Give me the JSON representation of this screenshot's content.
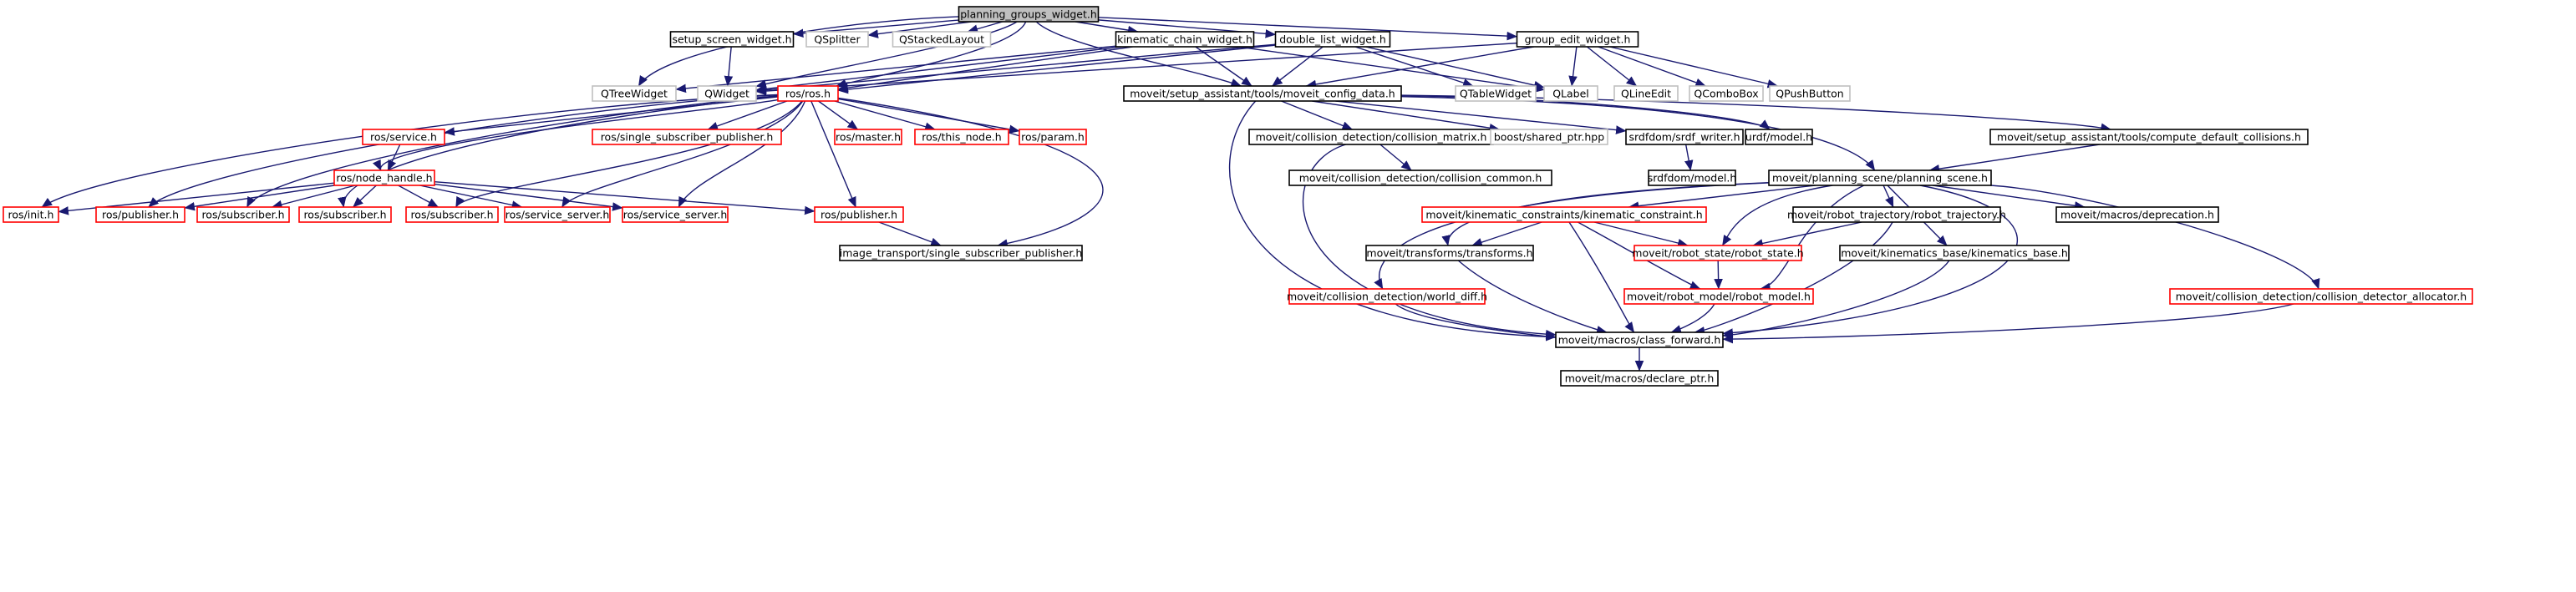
{
  "diagram": {
    "colors": {
      "edge": "#191970",
      "node_fill": "#ffffff",
      "focus_fill": "#bfbfbf",
      "border_normal": "#000000",
      "border_truncated": "#ff0000",
      "border_external": "#bfbfbf"
    },
    "nodes": [
      {
        "id": "pgw",
        "label": "planning_groups_widget.h",
        "style": "focus"
      },
      {
        "id": "ssw",
        "label": "setup_screen_widget.h",
        "style": "normal"
      },
      {
        "id": "qsplitter",
        "label": "QSplitter",
        "style": "external"
      },
      {
        "id": "qstacked",
        "label": "QStackedLayout",
        "style": "external"
      },
      {
        "id": "kcw",
        "label": "kinematic_chain_widget.h",
        "style": "normal"
      },
      {
        "id": "dlw",
        "label": "double_list_widget.h",
        "style": "normal"
      },
      {
        "id": "gew",
        "label": "group_edit_widget.h",
        "style": "normal"
      },
      {
        "id": "qtree",
        "label": "QTreeWidget",
        "style": "external"
      },
      {
        "id": "qwidget",
        "label": "QWidget",
        "style": "external"
      },
      {
        "id": "rosh",
        "label": "ros/ros.h",
        "style": "truncated"
      },
      {
        "id": "mcd",
        "label": "moveit/setup_assistant/tools/moveit_config_data.h",
        "style": "normal"
      },
      {
        "id": "qtable",
        "label": "QTableWidget",
        "style": "external"
      },
      {
        "id": "qlabel",
        "label": "QLabel",
        "style": "external"
      },
      {
        "id": "qlineedit",
        "label": "QLineEdit",
        "style": "external"
      },
      {
        "id": "qcombo",
        "label": "QComboBox",
        "style": "external"
      },
      {
        "id": "qpush",
        "label": "QPushButton",
        "style": "external"
      },
      {
        "id": "service",
        "label": "ros/service.h",
        "style": "truncated"
      },
      {
        "id": "ssp",
        "label": "ros/single_subscriber_publisher.h",
        "style": "truncated"
      },
      {
        "id": "master",
        "label": "ros/master.h",
        "style": "truncated"
      },
      {
        "id": "thisnode",
        "label": "ros/this_node.h",
        "style": "truncated"
      },
      {
        "id": "param",
        "label": "ros/param.h",
        "style": "truncated"
      },
      {
        "id": "cm",
        "label": "moveit/collision_detection/collision_matrix.h",
        "style": "normal"
      },
      {
        "id": "shptr",
        "label": "boost/shared_ptr.hpp",
        "style": "external"
      },
      {
        "id": "srdfw",
        "label": "srdfdom/srdf_writer.h",
        "style": "normal"
      },
      {
        "id": "urdfm",
        "label": "urdf/model.h",
        "style": "normal"
      },
      {
        "id": "cdc",
        "label": "moveit/setup_assistant/tools/compute_default_collisions.h",
        "style": "normal"
      },
      {
        "id": "nh",
        "label": "ros/node_handle.h",
        "style": "truncated"
      },
      {
        "id": "cc",
        "label": "moveit/collision_detection/collision_common.h",
        "style": "normal"
      },
      {
        "id": "srdfm",
        "label": "srdfdom/model.h",
        "style": "normal"
      },
      {
        "id": "ps",
        "label": "moveit/planning_scene/planning_scene.h",
        "style": "normal"
      },
      {
        "id": "init",
        "label": "ros/init.h",
        "style": "truncated"
      },
      {
        "id": "pub1",
        "label": "ros/publisher.h",
        "style": "truncated"
      },
      {
        "id": "sub1",
        "label": "ros/subscriber.h",
        "style": "truncated"
      },
      {
        "id": "sub2",
        "label": "ros/subscriber.h",
        "style": "truncated"
      },
      {
        "id": "sub3",
        "label": "ros/subscriber.h",
        "style": "truncated"
      },
      {
        "id": "srv1",
        "label": "ros/service_server.h",
        "style": "truncated"
      },
      {
        "id": "srv2",
        "label": "ros/service_server.h",
        "style": "truncated"
      },
      {
        "id": "pub2",
        "label": "ros/publisher.h",
        "style": "truncated"
      },
      {
        "id": "kc",
        "label": "moveit/kinematic_constraints/kinematic_constraint.h",
        "style": "truncated"
      },
      {
        "id": "rt",
        "label": "moveit/robot_trajectory/robot_trajectory.h",
        "style": "normal"
      },
      {
        "id": "depr",
        "label": "moveit/macros/deprecation.h",
        "style": "normal"
      },
      {
        "id": "itssp",
        "label": "image_transport/single_subscriber_publisher.h",
        "style": "normal"
      },
      {
        "id": "tf",
        "label": "moveit/transforms/transforms.h",
        "style": "normal"
      },
      {
        "id": "rs",
        "label": "moveit/robot_state/robot_state.h",
        "style": "truncated"
      },
      {
        "id": "kb",
        "label": "moveit/kinematics_base/kinematics_base.h",
        "style": "normal"
      },
      {
        "id": "wd",
        "label": "moveit/collision_detection/world_diff.h",
        "style": "truncated"
      },
      {
        "id": "rm",
        "label": "moveit/robot_model/robot_model.h",
        "style": "truncated"
      },
      {
        "id": "cda",
        "label": "moveit/collision_detection/collision_detector_allocator.h",
        "style": "truncated"
      },
      {
        "id": "cf",
        "label": "moveit/macros/class_forward.h",
        "style": "normal"
      },
      {
        "id": "dp",
        "label": "moveit/macros/declare_ptr.h",
        "style": "normal"
      }
    ],
    "edges": [
      [
        "pgw",
        "ssw"
      ],
      [
        "pgw",
        "qsplitter"
      ],
      [
        "pgw",
        "qstacked"
      ],
      [
        "pgw",
        "kcw"
      ],
      [
        "pgw",
        "dlw"
      ],
      [
        "pgw",
        "gew"
      ],
      [
        "pgw",
        "qtree"
      ],
      [
        "pgw",
        "qwidget"
      ],
      [
        "pgw",
        "rosh"
      ],
      [
        "pgw",
        "mcd"
      ],
      [
        "ssw",
        "qwidget"
      ],
      [
        "kcw",
        "qtree"
      ],
      [
        "kcw",
        "qwidget"
      ],
      [
        "kcw",
        "rosh"
      ],
      [
        "kcw",
        "mcd"
      ],
      [
        "kcw",
        "qlabel"
      ],
      [
        "dlw",
        "qwidget"
      ],
      [
        "dlw",
        "rosh"
      ],
      [
        "dlw",
        "mcd"
      ],
      [
        "dlw",
        "qtable"
      ],
      [
        "dlw",
        "qlabel"
      ],
      [
        "gew",
        "qwidget"
      ],
      [
        "gew",
        "mcd"
      ],
      [
        "gew",
        "qlabel"
      ],
      [
        "gew",
        "qlineedit"
      ],
      [
        "gew",
        "qcombo"
      ],
      [
        "gew",
        "qpush"
      ],
      [
        "rosh",
        "service"
      ],
      [
        "rosh",
        "ssp"
      ],
      [
        "rosh",
        "master"
      ],
      [
        "rosh",
        "thisnode"
      ],
      [
        "rosh",
        "param"
      ],
      [
        "rosh",
        "nh"
      ],
      [
        "rosh",
        "init"
      ],
      [
        "rosh",
        "pub1"
      ],
      [
        "rosh",
        "sub1"
      ],
      [
        "rosh",
        "sub2"
      ],
      [
        "rosh",
        "sub3"
      ],
      [
        "rosh",
        "srv1"
      ],
      [
        "rosh",
        "srv2"
      ],
      [
        "rosh",
        "pub2"
      ],
      [
        "rosh",
        "itssp"
      ],
      [
        "service",
        "nh"
      ],
      [
        "nh",
        "init"
      ],
      [
        "nh",
        "pub1"
      ],
      [
        "nh",
        "sub1"
      ],
      [
        "nh",
        "sub2"
      ],
      [
        "nh",
        "sub3"
      ],
      [
        "nh",
        "srv1"
      ],
      [
        "nh",
        "srv2"
      ],
      [
        "nh",
        "pub2"
      ],
      [
        "pub2",
        "itssp"
      ],
      [
        "mcd",
        "cm"
      ],
      [
        "mcd",
        "shptr"
      ],
      [
        "mcd",
        "srdfw"
      ],
      [
        "mcd",
        "urdfm"
      ],
      [
        "mcd",
        "cdc"
      ],
      [
        "mcd",
        "ps"
      ],
      [
        "mcd",
        "cf"
      ],
      [
        "cm",
        "cc"
      ],
      [
        "cm",
        "cf"
      ],
      [
        "srdfw",
        "srdfm"
      ],
      [
        "cdc",
        "ps"
      ],
      [
        "ps",
        "kc"
      ],
      [
        "ps",
        "rt"
      ],
      [
        "ps",
        "depr"
      ],
      [
        "ps",
        "tf"
      ],
      [
        "ps",
        "rs"
      ],
      [
        "ps",
        "kb"
      ],
      [
        "ps",
        "wd"
      ],
      [
        "ps",
        "rm"
      ],
      [
        "ps",
        "cda"
      ],
      [
        "ps",
        "cf"
      ],
      [
        "kc",
        "tf"
      ],
      [
        "kc",
        "rs"
      ],
      [
        "kc",
        "rm"
      ],
      [
        "kc",
        "cf"
      ],
      [
        "rt",
        "rs"
      ],
      [
        "rt",
        "cf"
      ],
      [
        "tf",
        "cf"
      ],
      [
        "rs",
        "rm"
      ],
      [
        "kb",
        "cf"
      ],
      [
        "wd",
        "cf"
      ],
      [
        "rm",
        "cf"
      ],
      [
        "cda",
        "cf"
      ],
      [
        "cf",
        "dp"
      ]
    ]
  }
}
